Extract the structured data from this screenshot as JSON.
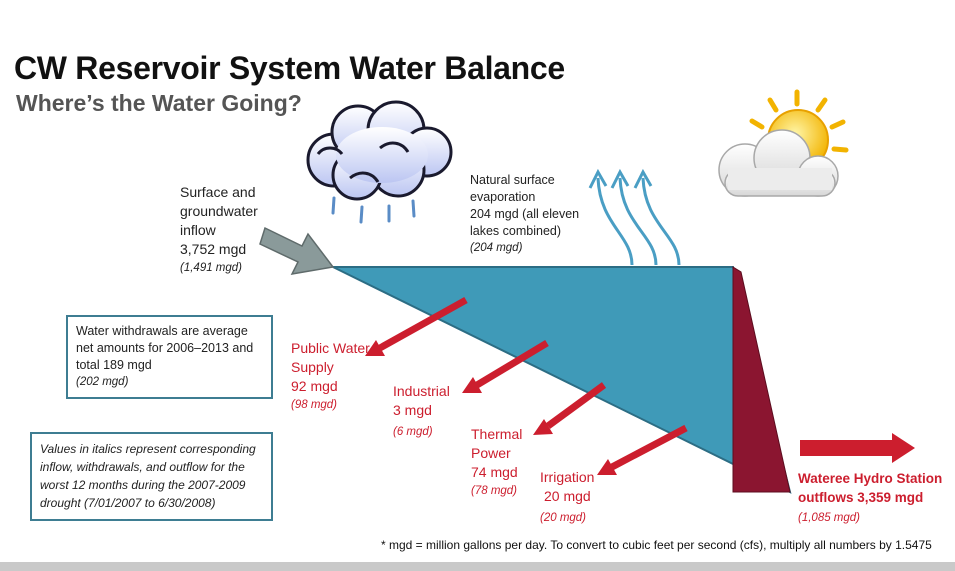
{
  "title": "CW Reservoir System Water Balance",
  "subtitle": "Where’s the Water Going?",
  "inflow": {
    "line1": "Surface and",
    "line2": "groundwater",
    "line3": "inflow",
    "value": "3,752 mgd",
    "worst": "(1,491 mgd)"
  },
  "evaporation": {
    "line1": "Natural surface",
    "line2": "evaporation",
    "line3": "204 mgd (all eleven",
    "line4": "lakes combined)",
    "worst": "(204 mgd)"
  },
  "withdrawals_note": {
    "line1": "Water withdrawals are average",
    "line2": "net amounts for 2006–2013 and",
    "line3": "total 189 mgd",
    "worst": "(202 mgd)"
  },
  "italics_note": {
    "line1": "Values in italics represent corresponding",
    "line2": "inflow, withdrawals, and outflow for the",
    "line3": "worst  12 months during the 2007-2009",
    "line4": "drought (7/01/2007 to 6/30/2008)"
  },
  "public_water": {
    "line1": "Public Water",
    "line2": "Supply",
    "value": "92 mgd",
    "worst": "(98 mgd)"
  },
  "industrial": {
    "line1": "Industrial",
    "value": "3 mgd",
    "worst": "(6 mgd)"
  },
  "thermal": {
    "line1": "Thermal",
    "line2": "Power",
    "value": "74 mgd",
    "worst": "(78 mgd)"
  },
  "irrigation": {
    "line1": "Irrigation",
    "value": "20 mgd",
    "worst": "(20 mgd)"
  },
  "outflow": {
    "line1": "Wateree Hydro Station",
    "line2": "outflows 3,359 mgd",
    "worst": "(1,085 mgd)"
  },
  "footnote": "* mgd = million gallons per day.  To convert to cubic feet per second (cfs), multiply all numbers by  1.5475",
  "colors": {
    "reservoir": "#3f9ab8",
    "dam": "#8b1530",
    "arrow_red": "#cc1e2e",
    "box_border": "#3e7d92",
    "inflow_arrow": "#8a9a9a",
    "evap_arrow": "#4a9ec4"
  },
  "icons": [
    "cloud-icon",
    "rain-icon",
    "sun-cloud-icon",
    "inflow-arrow-icon",
    "evaporation-arrows-icon",
    "withdrawal-arrow-icon",
    "outflow-arrow-icon"
  ]
}
